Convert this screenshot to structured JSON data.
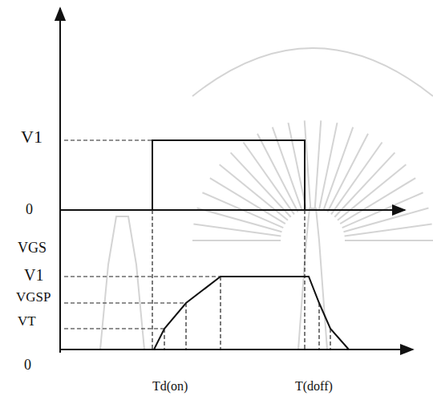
{
  "diagram": {
    "labels": [
      "V1",
      "0",
      "VGS",
      "V1",
      "VGSP",
      "VT",
      "0",
      "Td(on)",
      "T(doff)"
    ]
  }
}
